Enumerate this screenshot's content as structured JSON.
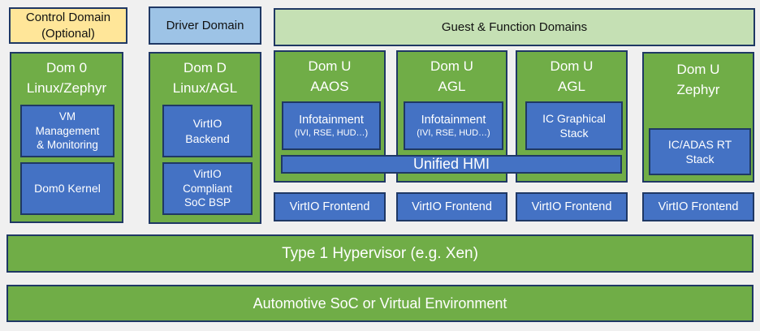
{
  "colors": {
    "background": "#f0f0f0",
    "green": "#70ad47",
    "blue": "#4472c4",
    "yellow": "#ffe699",
    "light_blue": "#9dc3e6",
    "light_green": "#c5e0b4",
    "border": "#1f3864",
    "text_light": "#ffffff",
    "text_dark": "#111111"
  },
  "headers": {
    "control": {
      "label": "Control Domain\n(Optional)"
    },
    "driver": {
      "label": "Driver Domain"
    },
    "guest": {
      "label": "Guest & Function Domains"
    }
  },
  "domains": {
    "dom0": {
      "title": "Dom 0\nLinux/Zephyr",
      "boxes": [
        {
          "label": "VM\nManagement\n& Monitoring"
        },
        {
          "label": "Dom0 Kernel"
        }
      ]
    },
    "domd": {
      "title": "Dom D\nLinux/AGL",
      "boxes": [
        {
          "label": "VirtIO\nBackend"
        },
        {
          "label": "VirtIO\nCompliant\nSoC BSP"
        }
      ]
    },
    "domu_aaos": {
      "title": "Dom U\nAAOS",
      "app": {
        "label": "Infotainment",
        "sublabel": "(IVI, RSE, HUD…)"
      },
      "frontend": "VirtIO Frontend"
    },
    "domu_agl1": {
      "title": "Dom U\nAGL",
      "app": {
        "label": "Infotainment",
        "sublabel": "(IVI, RSE, HUD…)"
      },
      "frontend": "VirtIO Frontend"
    },
    "domu_agl2": {
      "title": "Dom U\nAGL",
      "app": {
        "label": "IC Graphical\nStack"
      },
      "frontend": "VirtIO Frontend"
    },
    "domu_zephyr": {
      "title": "Dom U\nZephyr",
      "app": {
        "label": "IC/ADAS RT\nStack"
      },
      "frontend": "VirtIO Frontend"
    }
  },
  "unified_hmi": {
    "label": "Unified HMI"
  },
  "hypervisor": {
    "label": "Type 1 Hypervisor (e.g. Xen)"
  },
  "soc": {
    "label": "Automotive SoC or Virtual Environment"
  }
}
